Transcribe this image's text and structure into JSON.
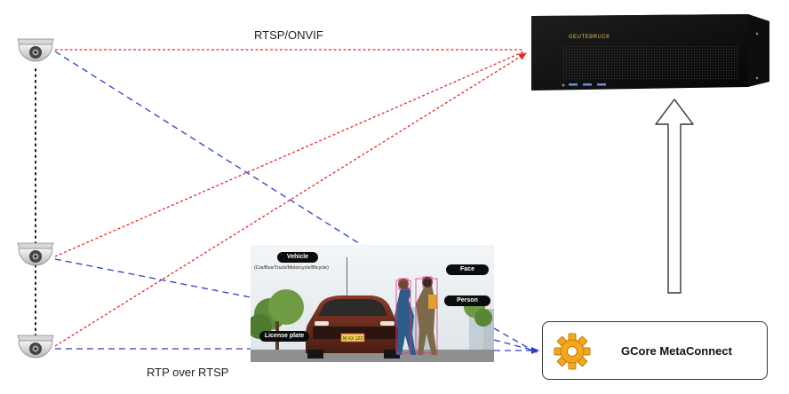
{
  "labels": {
    "protocol_top": "RTSP/ONVIF",
    "protocol_bottom": "RTP over RTSP"
  },
  "nvr": {
    "brand": "GEUTEBRUCK"
  },
  "metaconnect": {
    "label": "GCore MetaConnect",
    "icon": "gear-icon"
  },
  "analytics_image": {
    "tags": {
      "vehicle": "Vehicle",
      "vehicle_types": "(Car/Bus/Truck/Motorcycle/Bicycle)",
      "face": "Face",
      "person": "Person",
      "license_plate": "License plate"
    },
    "plate_text": "M·XX 123"
  },
  "colors": {
    "red_link": "#e8262a",
    "blue_link": "#2a3fc8",
    "dotted_link": "#111111",
    "arrow_outline": "#333333",
    "nvr_body": "#141414",
    "gear": "#f2a81d"
  }
}
